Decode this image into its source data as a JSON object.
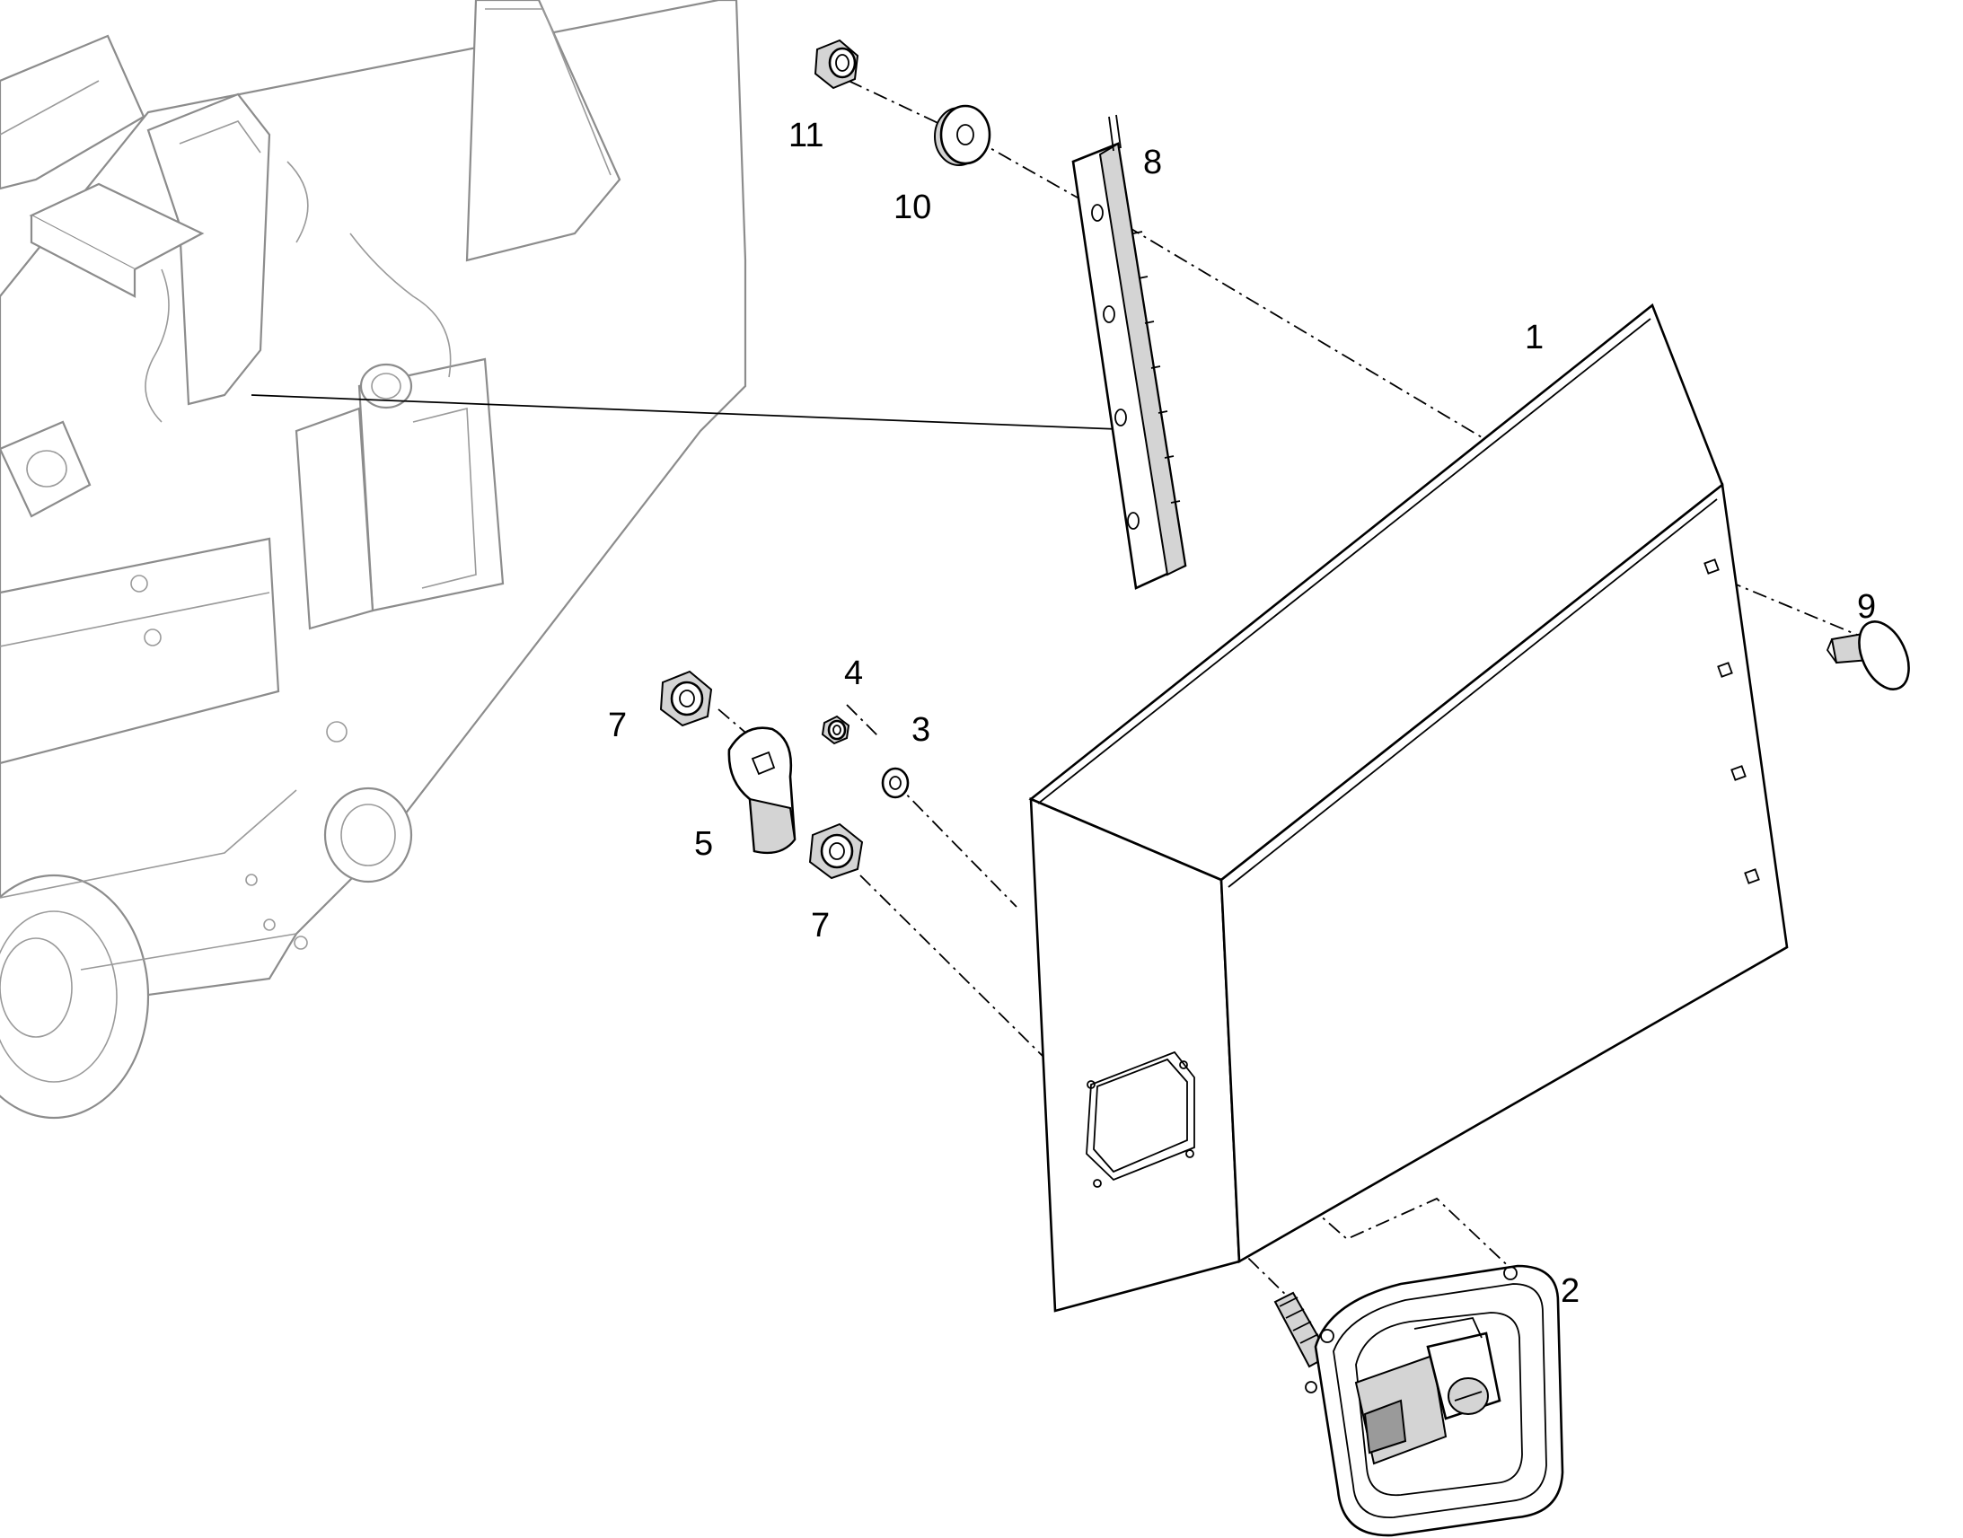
{
  "callouts": {
    "c1": "1",
    "c2": "2",
    "c3": "3",
    "c4": "4",
    "c5": "5",
    "c7a": "7",
    "c7b": "7",
    "c8": "8",
    "c9": "9",
    "c10": "10",
    "c11": "11"
  },
  "colors": {
    "line": "#000000",
    "background_assembly": "#8c8c8c",
    "background": "#ffffff"
  }
}
